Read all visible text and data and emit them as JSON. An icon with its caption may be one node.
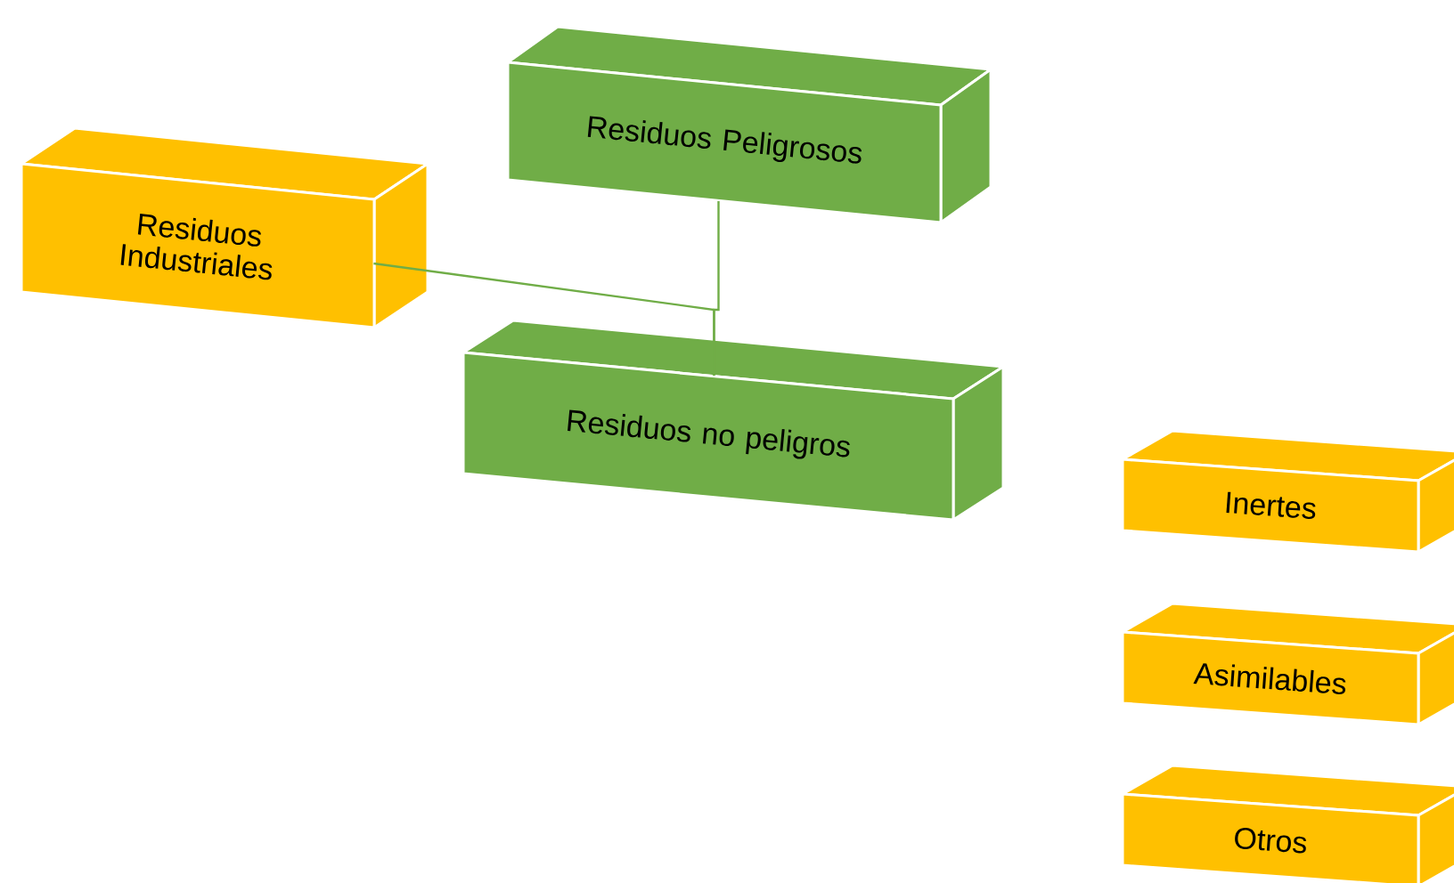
{
  "diagram": {
    "nodes": [
      {
        "text": [
          "Residuos Industriales"
        ]
      },
      {
        "text": [
          "Residuos Peligrosos"
        ]
      },
      {
        "text": [
          "Residuos no peligros"
        ]
      },
      {
        "text": [
          "Inertes"
        ]
      },
      {
        "text": [
          "Asimilables"
        ]
      },
      {
        "text": [
          "Otros"
        ]
      }
    ],
    "edges": [
      {
        "from": 0,
        "to": 2,
        "arrow": "none"
      },
      {
        "from": 1,
        "to": 2,
        "arrow": "none"
      }
    ]
  }
}
